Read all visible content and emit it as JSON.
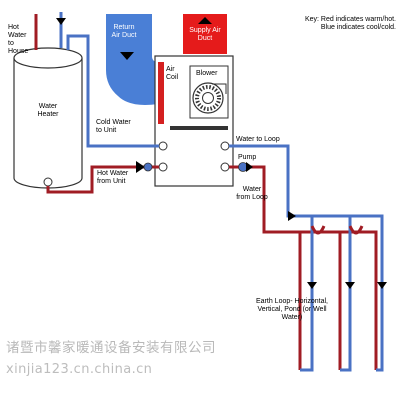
{
  "key": {
    "line1": "Key: Red indicates warm/hot.",
    "line2": "Blue indicates cool/cold."
  },
  "labels": {
    "hot_water_to_house": "Hot Water to House",
    "water_heater": "Water Heater",
    "cold_water_to_unit": "Cold Water to Unit",
    "hot_water_from_unit": "Hot Water from Unit",
    "return_air_duct": "Return Air Duct",
    "supply_air_duct": "Supply Air Duct",
    "air_coil": "Air Coil",
    "blower": "Blower",
    "water_to_loop": "Water to Loop",
    "pump": "Pump",
    "water_from_loop": "Water from Loop",
    "earth_loop": "Earth Loop- Horizontal, Vertical, Pond (or Well Water)"
  },
  "watermark": {
    "company": "诸暨市馨家暖通设备安装有限公司",
    "url": "xinjia123.cn.china.cn"
  },
  "colors": {
    "hot": "#a01c24",
    "cold": "#4a72c4",
    "return_duct": "#4a7fd6",
    "supply_duct": "#e51b1b"
  }
}
